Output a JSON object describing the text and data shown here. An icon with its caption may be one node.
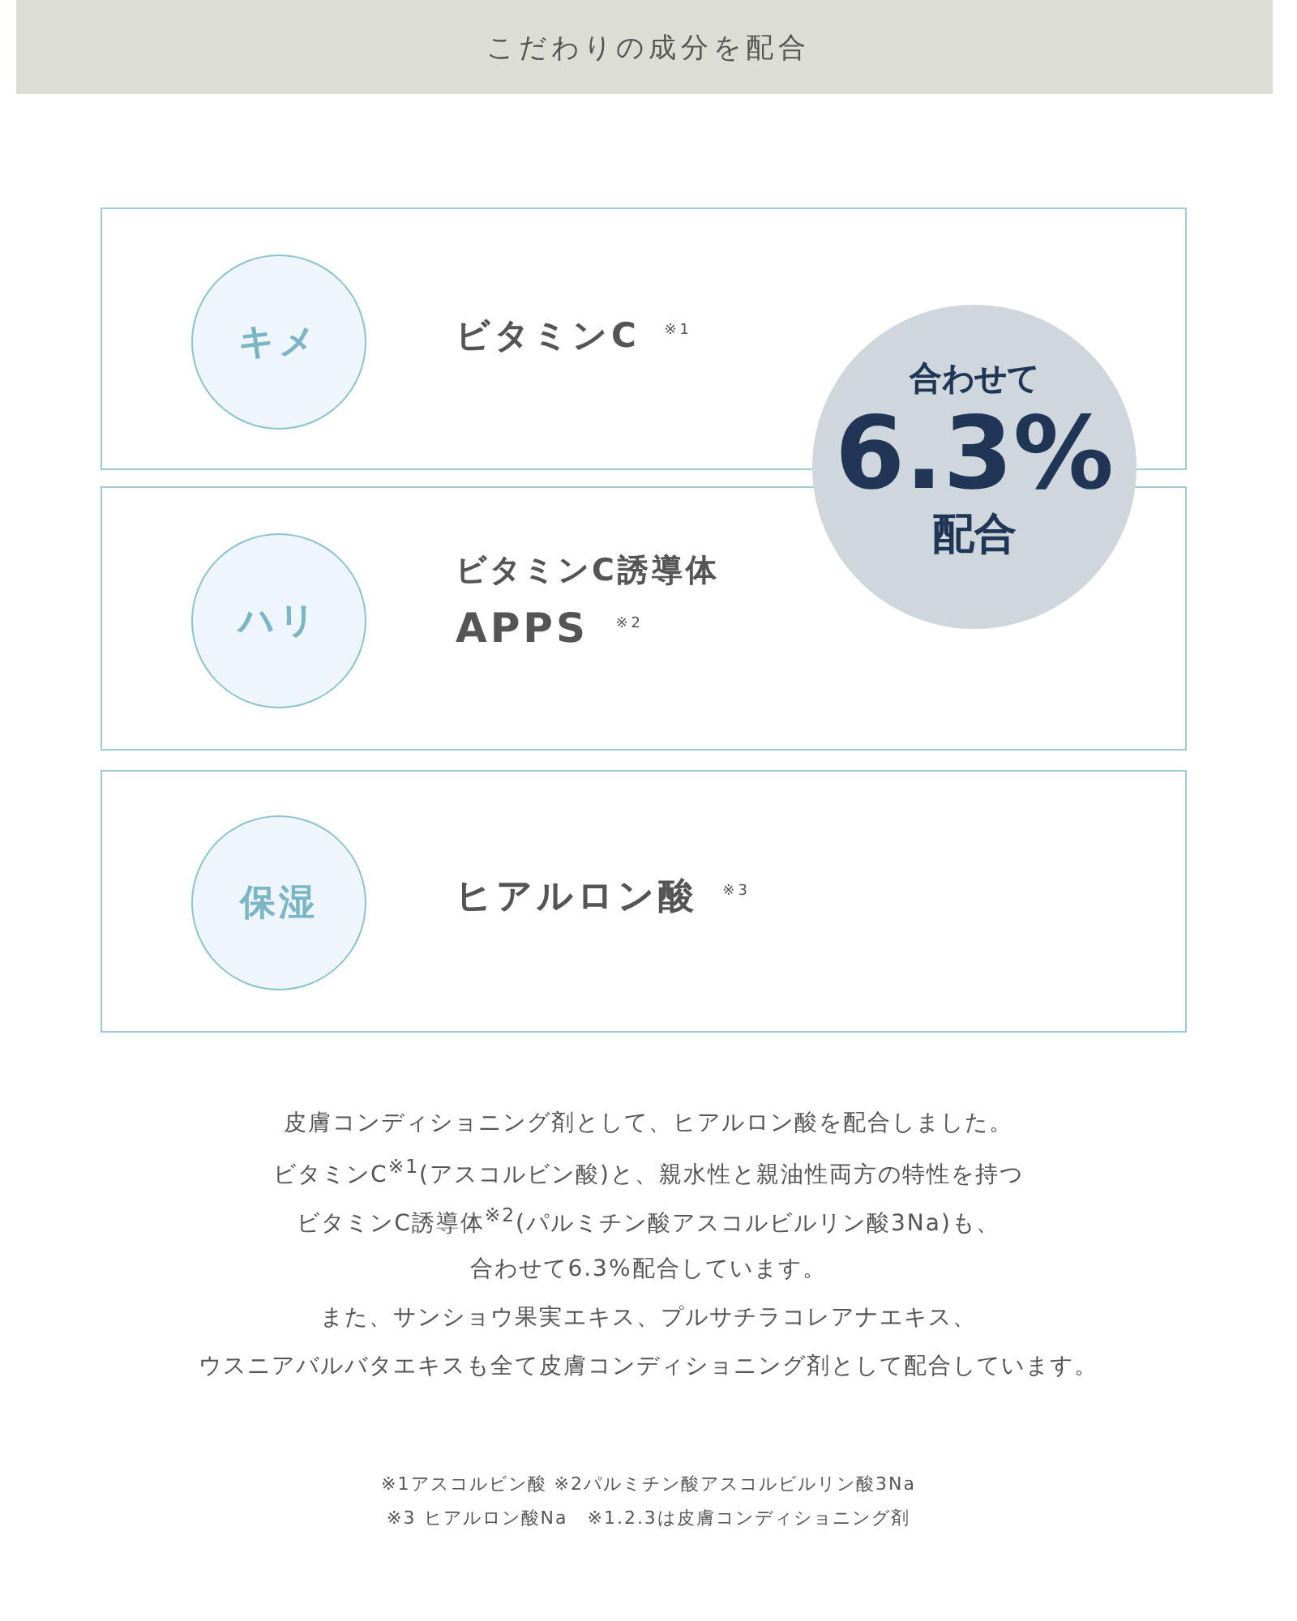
{
  "diagram": {
    "title": "こだわりの成分を配合",
    "nodes": [
      {
        "text": [
          "ビタミンC $^{※1}$"
        ]
      },
      {
        "text": [
          "キメ"
        ],
        "in": 0
      },
      {
        "text": [
          "ビタミンC誘導体",
          "APPS $^{※2}$"
        ]
      },
      {
        "text": [
          "ハリ"
        ],
        "in": 2
      },
      {
        "text": [
          "ヒアルロン酸 $^{※3}$"
        ]
      },
      {
        "text": [
          "保湿"
        ],
        "in": 4
      },
      {
        "text": [
          "合わせて",
          "6.3%",
          "配合"
        ]
      }
    ],
    "labels": [
      "皮膚コンディショニング剤として、ヒアルロン酸を配合しました。",
      "ビタミンC$^{※1}$(アスコルビン酸)と、親水性と親油性両方の特性を持つ",
      "ビタミンC誘導体$^{※2}$(パルミチン酸アスコルビルリン酸3Na)も、",
      "合わせて6.3%配合しています。",
      "また、サンショウ果実エキス、プルサチラコレアナエキス、",
      "ウスニアバルバタエキスも全て皮膚コンディショニング剤として配合しています。",
      "※1アスコルビン酸 ※2パルミチン酸アスコルビルリン酸3Na",
      "※3 ヒアルロン酸Na　※1.2.3は皮膚コンディショニング剤"
    ]
  }
}
